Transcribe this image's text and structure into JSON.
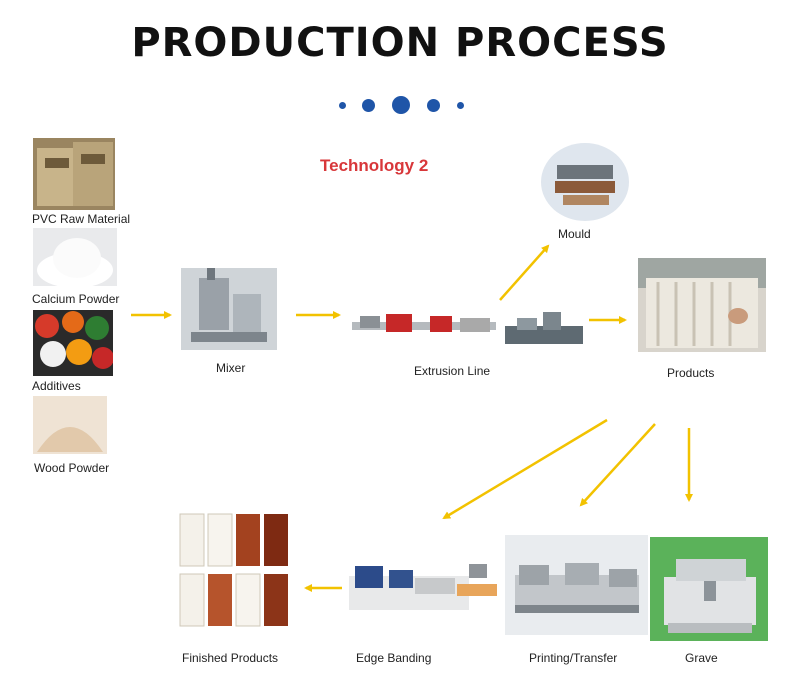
{
  "title": "PRODUCTION PROCESS",
  "subtitle": "Technology 2",
  "colors": {
    "title": "#111111",
    "dots": "#1f55a8",
    "subtitle": "#d8373a",
    "arrow": "#f2c200"
  },
  "raw_materials": [
    {
      "label": "PVC Raw Material"
    },
    {
      "label": "Calcium Powder"
    },
    {
      "label": "Additives"
    },
    {
      "label": "Wood Powder"
    }
  ],
  "steps": {
    "mixer": "Mixer",
    "extrusion": "Extrusion Line",
    "mould": "Mould",
    "products": "Products",
    "grave": "Grave",
    "printing": "Printing/Transfer",
    "edge": "Edge Banding",
    "finished": "Finished Products"
  }
}
